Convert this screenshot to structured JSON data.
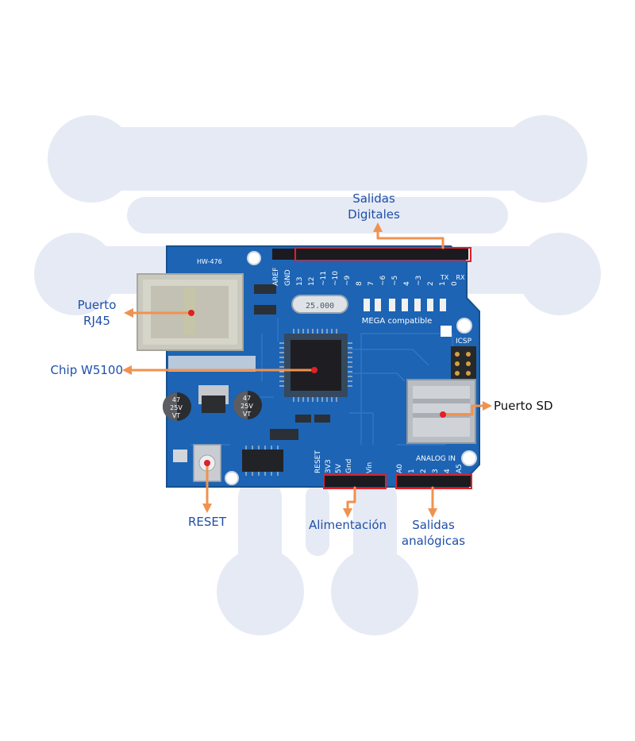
{
  "diagram": {
    "labels": {
      "salidas_digitales": [
        "Salidas",
        "Digitales"
      ],
      "puerto_rj45": [
        "Puerto",
        "RJ45"
      ],
      "chip": "Chip W5100",
      "puerto_sd": "Puerto SD",
      "reset": "RESET",
      "alimentacion": "Alimentación",
      "salidas_analogicas": [
        "Salidas",
        "analógicas"
      ]
    },
    "board": {
      "model": "HW-476",
      "mega": "MEGA compatible",
      "icsp": "ICSP",
      "crystal": "25.000",
      "digital_pins": [
        "AREF",
        "GND",
        "13",
        "12",
        "~11",
        "~10",
        "~9",
        "8",
        "7",
        "~6",
        "~5",
        "4",
        "~3",
        "2",
        "1",
        "0"
      ],
      "tx": "TX",
      "rx": "RX",
      "power_pins": [
        "RESET",
        "3V3",
        "5V",
        "Gnd",
        "",
        "Vin"
      ],
      "analog_title": "ANALOG IN",
      "analog_pins": [
        "A0",
        "1",
        "2",
        "3",
        "4",
        "A5"
      ],
      "cap_text": [
        "47",
        "25V",
        "VT"
      ]
    },
    "colors": {
      "label": "#1f4fa8",
      "arrow": "#f0924f",
      "highlight": "#e0202a",
      "board": "#1d64b4",
      "watermark": "#e6eaf5"
    }
  }
}
